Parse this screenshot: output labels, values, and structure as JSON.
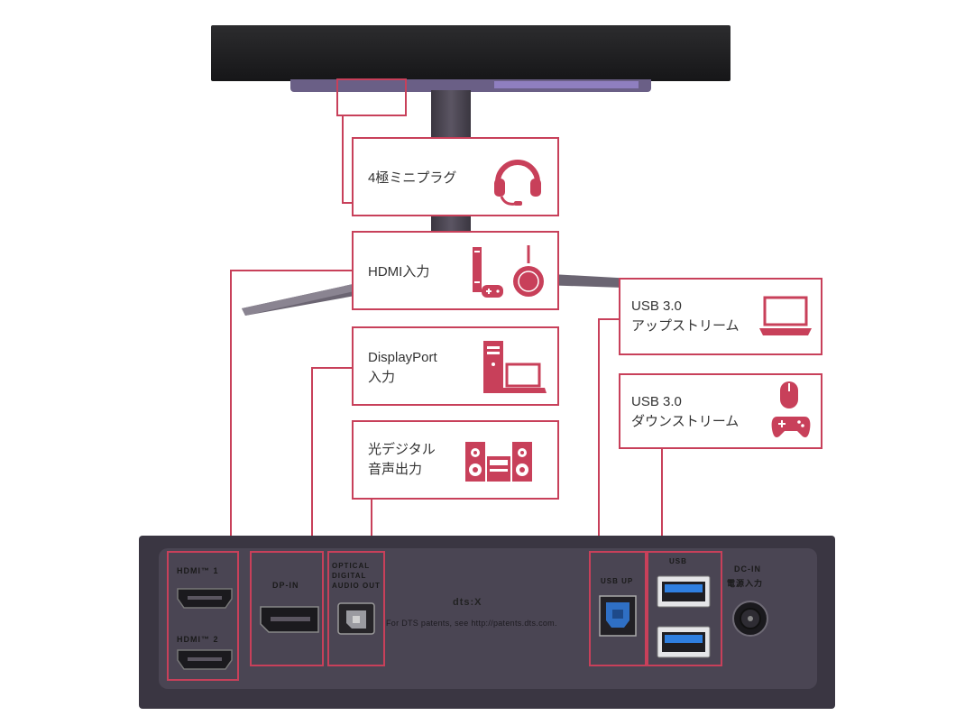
{
  "colors": {
    "accent": "#c8405a",
    "panel": "#3e3a45",
    "panel_dark": "#2d2a33",
    "screen": "#202022"
  },
  "callouts": [
    {
      "id": "headphone",
      "label": "4極ミニプラグ",
      "icons": [
        "headset-icon"
      ]
    },
    {
      "id": "hdmi",
      "label": "HDMI入力",
      "icons": [
        "game-console-icon",
        "streaming-device-icon"
      ]
    },
    {
      "id": "dp",
      "label": "DisplayPort\n入力",
      "icons": [
        "desktop-pc-icon"
      ]
    },
    {
      "id": "optical",
      "label": "光デジタル\n音声出力",
      "icons": [
        "stereo-system-icon"
      ]
    },
    {
      "id": "usb-up",
      "label": "USB 3.0\nアップストリーム",
      "icons": [
        "laptop-icon"
      ]
    },
    {
      "id": "usb-down",
      "label": "USB 3.0\nダウンストリーム",
      "icons": [
        "mouse-icon",
        "gamepad-icon"
      ]
    }
  ],
  "ports": {
    "hdmi1": "HDMI™ 1",
    "hdmi2": "HDMI™ 2",
    "dp": "DP-IN",
    "optical": "OPTICAL\nDIGITAL\nAUDIO OUT",
    "dts_logo": "dts:X",
    "dts_note": "For DTS patents, see http://patents.dts.com.",
    "usb_up": "USB UP",
    "usb_down": "USB",
    "dc": "DC-IN",
    "dc_sub": "電源入力"
  }
}
